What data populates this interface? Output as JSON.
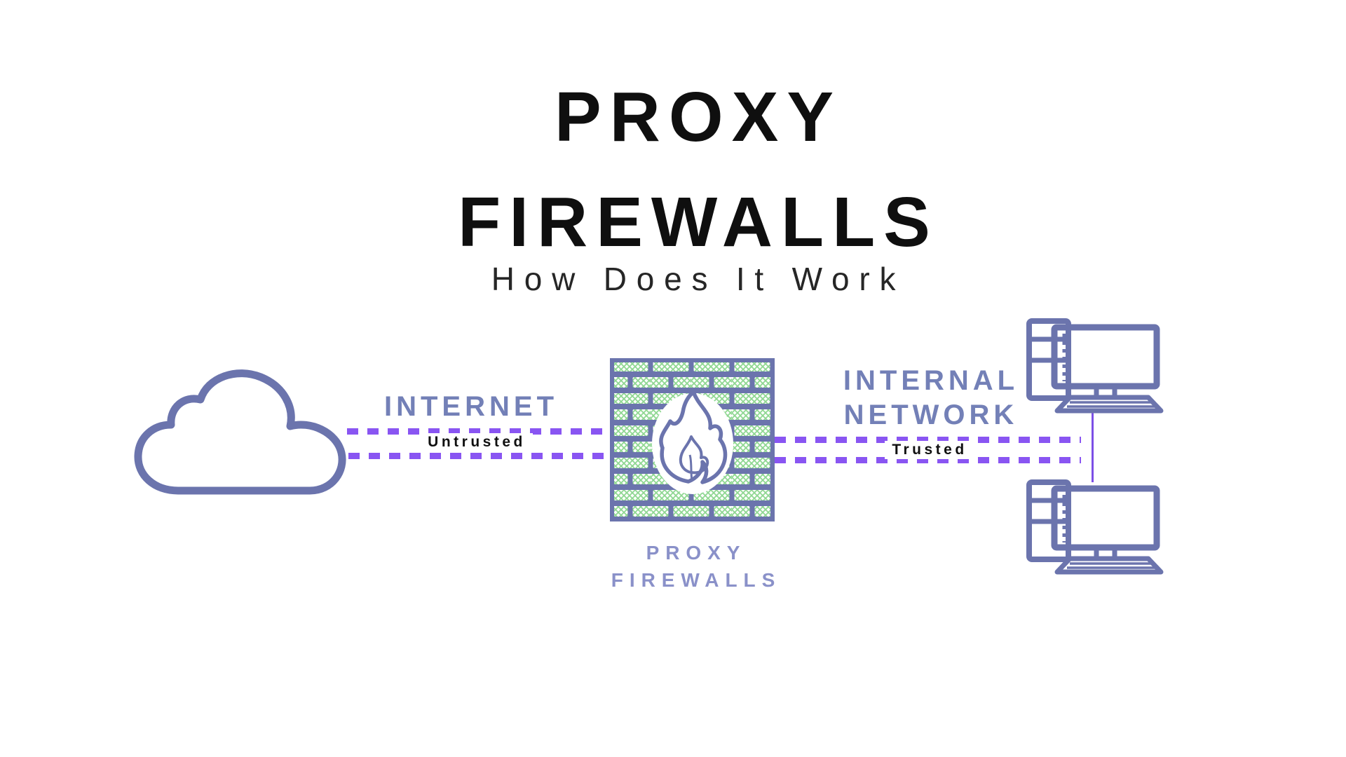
{
  "title": {
    "line1": "PROXY",
    "line2": "FIREWALLS",
    "subtitle": "How Does It Work"
  },
  "diagram": {
    "internet_zone": {
      "label": "INTERNET",
      "trust_label": "Untrusted",
      "icon": "cloud-icon"
    },
    "firewall": {
      "label_line1": "PROXY",
      "label_line2": "FIREWALLS",
      "icon": "firewall-brick-wall-flame-icon"
    },
    "internal_zone": {
      "label_line1": "INTERNAL",
      "label_line2": "NETWORK",
      "trust_label": "Trusted",
      "icons": [
        "desktop-computer-icon",
        "desktop-computer-icon"
      ]
    }
  },
  "colors": {
    "background": "#ffffff",
    "title_text": "#0f0f0f",
    "subtitle_text": "#262626",
    "zone_label": "#7380b7",
    "firewall_label": "#8a91c9",
    "trust_text": "#101010",
    "dash_line": "#8955f2",
    "connector_line": "#7c4fe6",
    "sketch_outline": "#6b74ad",
    "sketch_green": "#8fd792"
  }
}
